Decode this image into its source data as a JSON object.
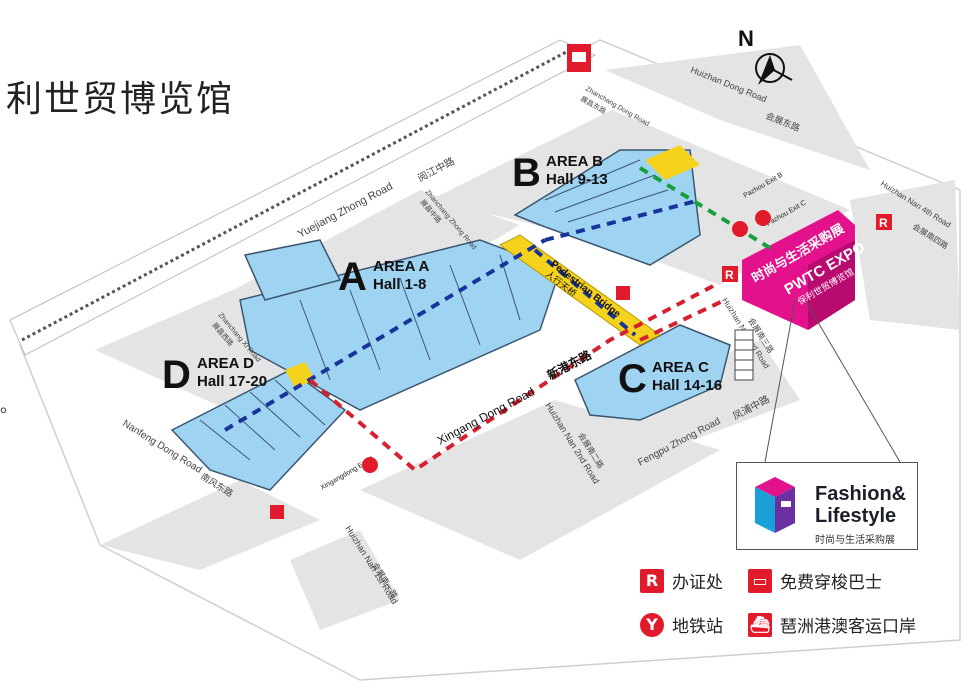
{
  "title": "利世贸博览馆",
  "dots": "。",
  "north_label": "N",
  "areas": {
    "a": {
      "letter": "A",
      "name": "AREA A",
      "halls": "Hall 1-8"
    },
    "b": {
      "letter": "B",
      "name": "AREA B",
      "halls": "Hall 9-13"
    },
    "c": {
      "letter": "C",
      "name": "AREA C",
      "halls": "Hall 14-16"
    },
    "d": {
      "letter": "D",
      "name": "AREA D",
      "halls": "Hall 17-20"
    }
  },
  "roads": {
    "yuejiang": "Yuejiang Zhong Road",
    "yuejiang_cn": "阅江中路",
    "huizhan_dong": "Huizhan Dong Road",
    "huizhan_dong_cn": "会展东路",
    "xingang": "Xingang Dong Road",
    "xingang_cn": "新港东路",
    "fengpu": "Fengpu Zhong Road",
    "fengpu_cn": "凤浦中路",
    "nanfeng": "Nanfeng Dong Road",
    "nanfeng_cn": "南风东路",
    "huizhan_nan1": "Huizhan Nan 1st Road",
    "huizhan_nan1_cn": "会展南一路",
    "huizhan_nan2": "Huizhan Nan 2nd Road",
    "huizhan_nan2_cn": "会展南二路",
    "huizhan_nan3": "Huizhan Nan 3rd Road",
    "huizhan_nan3_cn": "会展南三路",
    "huizhan_nan4": "Huizhan Nan 4th Road",
    "huizhan_nan4_cn": "会展南四路",
    "zhanchang_zhong": "Zhanchang Zhong Road",
    "zhanchang_zhong_cn": "展昌中路",
    "zhanchang_dong": "Zhanchang Dong Road",
    "zhanchang_dong_cn": "展昌东路",
    "zhanchang_xi": "Zhanchang Xi Road",
    "zhanchang_xi_cn": "展昌西路"
  },
  "bridge": {
    "en": "Pedestrian Bridge",
    "cn": "人行天桥"
  },
  "exits": {
    "pazhou_b": "Pazhou Exit B",
    "pazhou_c": "Pazhou Exit C",
    "xingangdong_a": "Xingangdong Exit A"
  },
  "expo": {
    "cn_top": "时尚与生活采购展",
    "en": "PWTC EXPO",
    "cn_sub": "保利世贸博览馆"
  },
  "brand": {
    "line1": "Fashion&",
    "line2": "Lifestyle",
    "cn": "时尚与生活采购展"
  },
  "legend": [
    {
      "icon": "registration-icon",
      "label": "办证处"
    },
    {
      "icon": "shuttle-bus-icon",
      "label": "免费穿梭巴士"
    },
    {
      "icon": "metro-icon",
      "label": "地铁站"
    },
    {
      "icon": "ferry-icon",
      "label": "琶洲港澳客运口岸"
    }
  ],
  "colors": {
    "hall": "#9fd3f2",
    "hall_edge": "#3b5670",
    "road_block": "#e2e2e2",
    "bridge": "#f5d21b",
    "expo": "#e4118c",
    "route_blue": "#18339a",
    "route_red": "#d7202f",
    "route_green": "#16a03c",
    "icon_red": "#e11b2b"
  }
}
